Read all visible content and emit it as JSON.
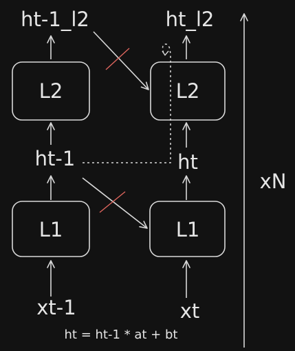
{
  "diagram": {
    "top_labels": {
      "prev_l2_output": "ht-1_l2",
      "curr_l2_output": "ht_l2"
    },
    "blocks": {
      "prev_l2": "L2",
      "curr_l2": "L2",
      "prev_l1": "L1",
      "curr_l1": "L1"
    },
    "hidden_states": {
      "prev": "ht-1",
      "curr": "ht"
    },
    "inputs": {
      "prev": "xt-1",
      "curr": "xt"
    },
    "repeat_label": "xN",
    "equation": "ht = ht-1 * at + bt",
    "colors": {
      "background": "#121212",
      "stroke": "#d9d9d9",
      "text": "#e6e6e6",
      "cross_mark": "#e0665e"
    }
  }
}
